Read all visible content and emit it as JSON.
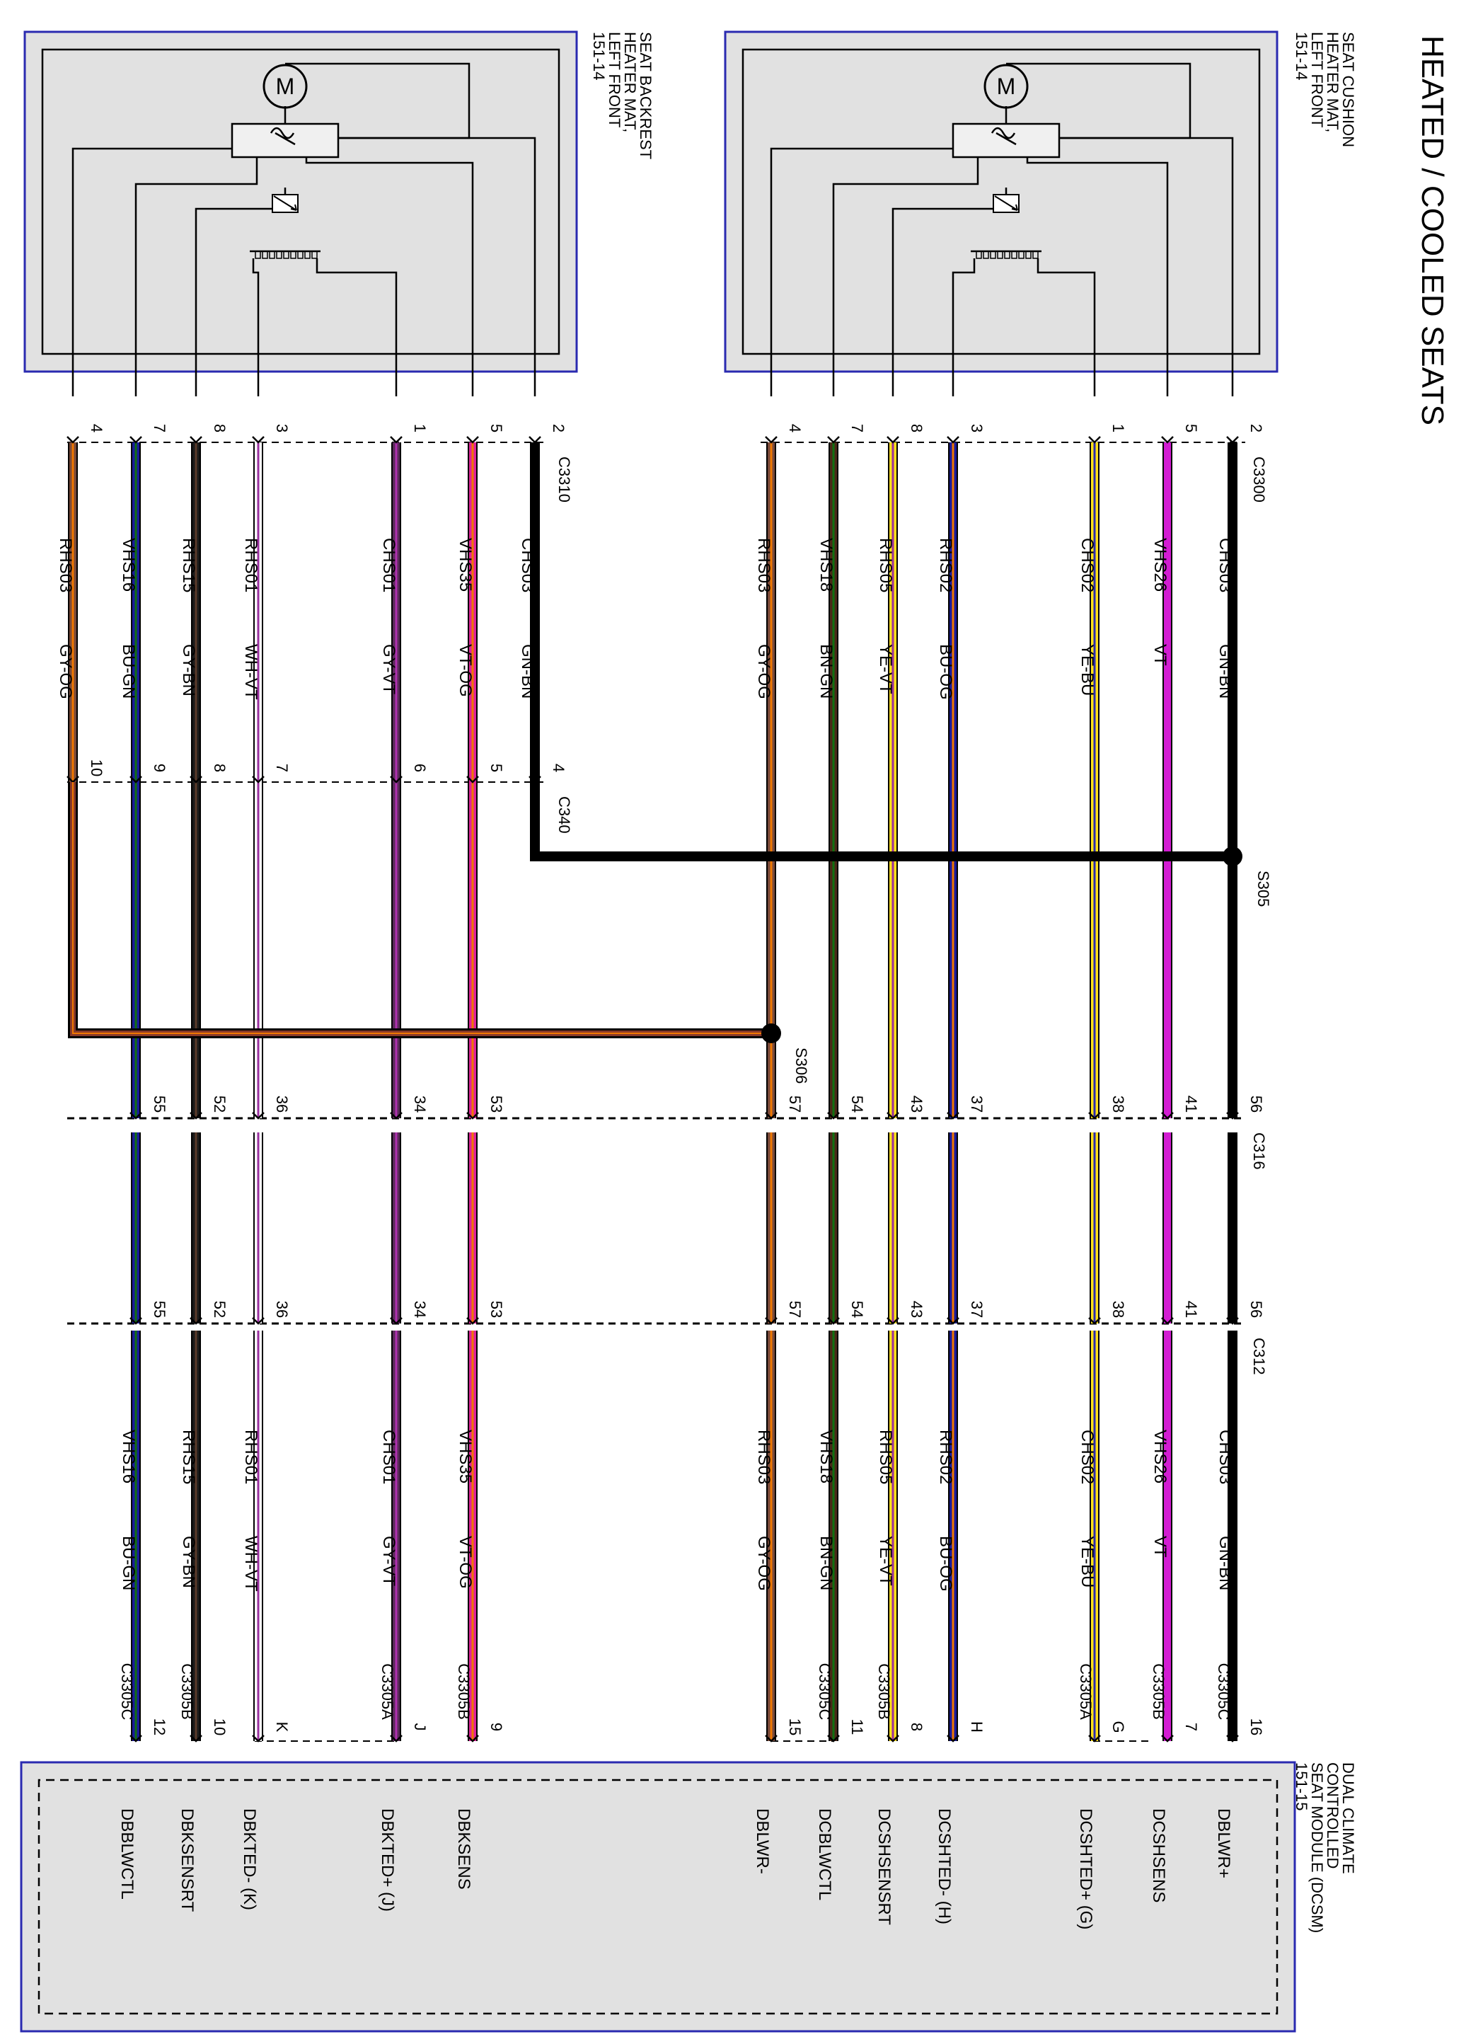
{
  "title": "HEATED / COOLED SEATS",
  "components": {
    "cushion": {
      "lines": [
        "SEAT CUSHION",
        "HEATER MAT,",
        "LEFT FRONT",
        "151-14"
      ]
    },
    "backrest": {
      "lines": [
        "SEAT BACKREST",
        "HEATER MAT,",
        "LEFT FRONT",
        "151-14"
      ]
    },
    "dcsm": {
      "lines": [
        "DUAL CLIMATE",
        "CONTROLLED",
        "SEAT MODULE (DCSM)",
        "151-15"
      ]
    }
  },
  "connectors": {
    "c3300": "C3300",
    "c3310": "C3310",
    "c340": "C340",
    "c316": "C316",
    "c312": "C312"
  },
  "splices": {
    "s305": "S305",
    "s306": "S306"
  },
  "wires": [
    {
      "circuit": "CHS03",
      "color": "GN-BN",
      "c1": "2",
      "c340": "",
      "c316": "56",
      "c312": "56",
      "dcsm_conn": "C3305C",
      "dcsm_pin": "16",
      "signal": "DBLWR+",
      "colors": [
        "#000000"
      ]
    },
    {
      "circuit": "VHS26",
      "color": "VT",
      "c1": "5",
      "c340": "",
      "c316": "41",
      "c312": "41",
      "dcsm_conn": "C3305B",
      "dcsm_pin": "7",
      "signal": "DCSHSENS",
      "colors": [
        "#d21cd2"
      ]
    },
    {
      "circuit": "CHS02",
      "color": "YE-BU",
      "c1": "1",
      "c340": "",
      "c316": "38",
      "c312": "38",
      "dcsm_conn": "C3305A",
      "dcsm_pin": "G",
      "signal": "DCSHTED+ (G)",
      "colors": [
        "#ffe01a",
        "#2b2bb0"
      ]
    },
    {
      "circuit": "RHS02",
      "color": "BU-OG",
      "c1": "3",
      "c340": "",
      "c316": "37",
      "c312": "37",
      "dcsm_conn": "",
      "dcsm_pin": "H",
      "signal": "DCSHTED- (H)",
      "colors": [
        "#1a1a9a",
        "#f07800"
      ]
    },
    {
      "circuit": "RHS05",
      "color": "YE-VT",
      "c1": "8",
      "c340": "",
      "c316": "43",
      "c312": "43",
      "dcsm_conn": "C3305B",
      "dcsm_pin": "8",
      "signal": "DCSHSENSRT",
      "colors": [
        "#ffe01a",
        "#9a30a0"
      ]
    },
    {
      "circuit": "VHS18",
      "color": "BN-GN",
      "c1": "7",
      "c340": "",
      "c316": "54",
      "c312": "54",
      "dcsm_conn": "C3305C",
      "dcsm_pin": "11",
      "signal": "DCBLWCTL",
      "colors": [
        "#4a2a18",
        "#107010"
      ]
    },
    {
      "circuit": "RHS03",
      "color": "GY-OG",
      "c1": "4",
      "c340": "",
      "c316": "57",
      "c312": "57",
      "dcsm_conn": "",
      "dcsm_pin": "15",
      "signal": "DBLWR-",
      "colors": [
        "#7a4a3a",
        "#f07800"
      ]
    },
    {
      "circuit": "VHS35",
      "color": "VT-OG",
      "c1": "5",
      "c340": "5",
      "c316": "53",
      "c312": "53",
      "dcsm_conn": "C3305B",
      "dcsm_pin": "9",
      "signal": "DBKSENS",
      "colors": [
        "#e0229a",
        "#f07800"
      ]
    },
    {
      "circuit": "CHS01",
      "color": "GY-VT",
      "c1": "1",
      "c340": "6",
      "c316": "34",
      "c312": "34",
      "dcsm_conn": "C3305A",
      "dcsm_pin": "J",
      "signal": "DBKTED+ (J)",
      "colors": [
        "#5a2a5a",
        "#b030b0"
      ]
    },
    {
      "circuit": "RHS01",
      "color": "WH-VT",
      "c1": "3",
      "c340": "7",
      "c316": "36",
      "c312": "36",
      "dcsm_conn": "",
      "dcsm_pin": "K",
      "signal": "DBKTED- (K)",
      "colors": [
        "#ffffff",
        "#9a30a0"
      ]
    },
    {
      "circuit": "RHS15",
      "color": "GY-BN",
      "c1": "8",
      "c340": "8",
      "c316": "52",
      "c312": "52",
      "dcsm_conn": "C3305B",
      "dcsm_pin": "10",
      "signal": "DBKSENSRT",
      "colors": [
        "#1a1a1a",
        "#5a3a2a"
      ]
    },
    {
      "circuit": "VHS16",
      "color": "BU-GN",
      "c1": "7",
      "c340": "9",
      "c316": "55",
      "c312": "55",
      "dcsm_conn": "C3305C",
      "dcsm_pin": "12",
      "signal": "DBBLWCTL",
      "colors": [
        "#1a1a9a",
        "#107010"
      ]
    },
    {
      "circuit": "RHS03",
      "color": "GY-OG",
      "c1": "4",
      "c340": "10",
      "c316": "",
      "c312": "",
      "dcsm_conn": "",
      "dcsm_pin": "",
      "signal": "",
      "colors": [
        "#7a4a3a",
        "#f07800"
      ]
    },
    {
      "circuit": "CHS03",
      "color": "GN-BN",
      "c1": "2",
      "c340": "4",
      "c316": "",
      "c312": "",
      "dcsm_conn": "",
      "dcsm_pin": "",
      "signal": "",
      "colors": [
        "#000000"
      ]
    }
  ],
  "symbols": {
    "motor": "M"
  }
}
